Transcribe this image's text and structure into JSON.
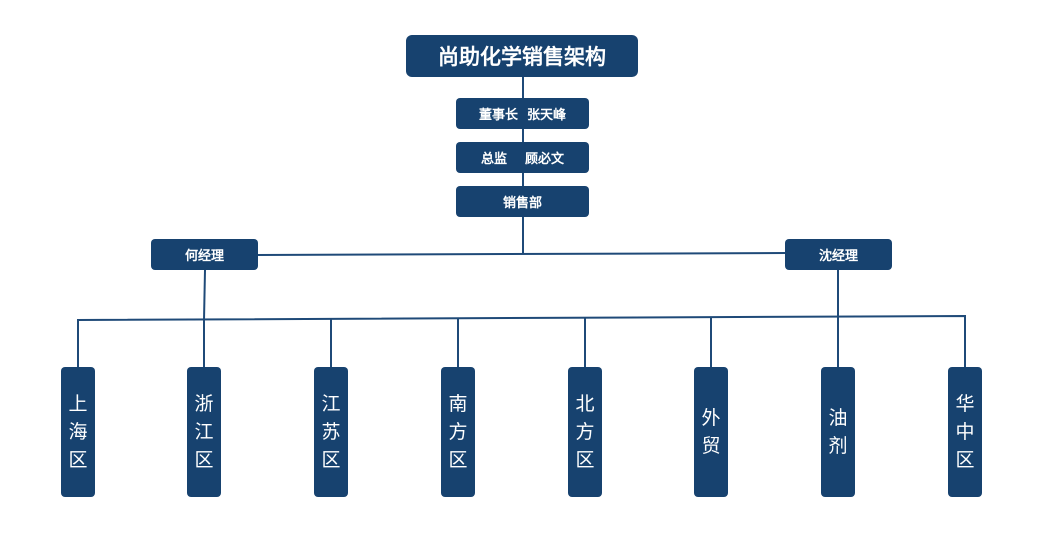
{
  "org_chart": {
    "title": "尚助化学销售架构",
    "chairman": "董事长  张天峰",
    "director": "总监    顾必文",
    "department": "销售部",
    "managers": [
      {
        "label": "何经理"
      },
      {
        "label": "沈经理"
      }
    ],
    "regions": [
      {
        "label": "上海区"
      },
      {
        "label": "浙江区"
      },
      {
        "label": "江苏区"
      },
      {
        "label": "南方区"
      },
      {
        "label": "北方区"
      },
      {
        "label": "外贸"
      },
      {
        "label": "油剂"
      },
      {
        "label": "华中区"
      }
    ],
    "colors": {
      "node_fill": "#17426f",
      "node_text": "#ffffff",
      "connector": "#1f4a78"
    }
  }
}
